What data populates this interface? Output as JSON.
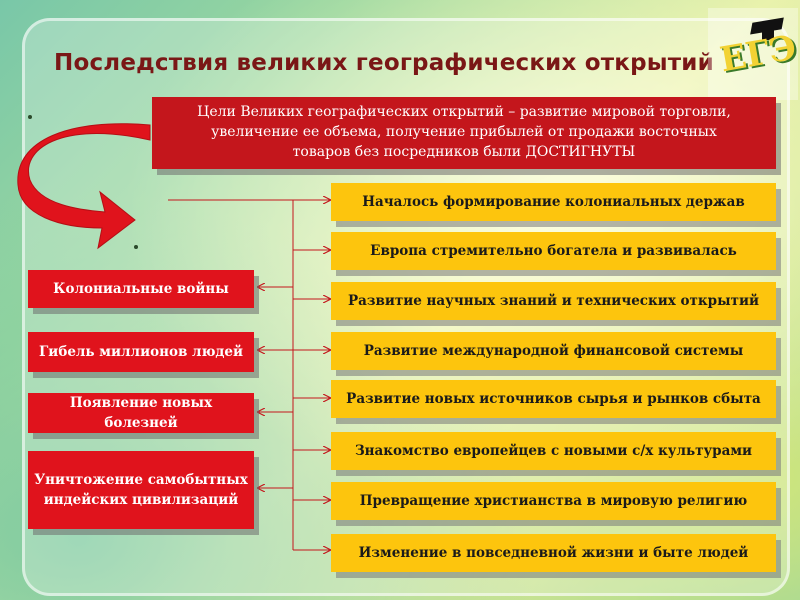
{
  "title": "Последствия великих географических открытий",
  "logo": {
    "text": "ЕГЭ"
  },
  "goal": {
    "lines": [
      "Цели Великих географических открытий – развитие мировой торговли,",
      "увеличение ее объема, получение прибылей от продажи восточных",
      "товаров без посредников были ДОСТИГНУТЫ"
    ]
  },
  "negative": [
    {
      "label": "Колониальные войны"
    },
    {
      "label": "Гибель миллионов людей"
    },
    {
      "label": "Появление новых болезней"
    },
    {
      "label": "Уничтожение самобытных индейских цивилизаций"
    }
  ],
  "consequences": [
    {
      "label": "Началось формирование колониальных держав"
    },
    {
      "label": "Европа стремительно богатела и развивалась"
    },
    {
      "label": "Развитие научных знаний и технических открытий"
    },
    {
      "label": "Развитие международной финансовой системы"
    },
    {
      "label": "Развитие новых источников сырья и рынков сбыта"
    },
    {
      "label": "Знакомство европейцев с новыми с/х культурами"
    },
    {
      "label": "Превращение христианства в мировую религию"
    },
    {
      "label": "Изменение в повседневной жизни и быте людей"
    }
  ],
  "colors": {
    "title": "#7a1716",
    "red": "#e0131c",
    "yellow": "#fdc50d",
    "line": "#c4161c"
  }
}
